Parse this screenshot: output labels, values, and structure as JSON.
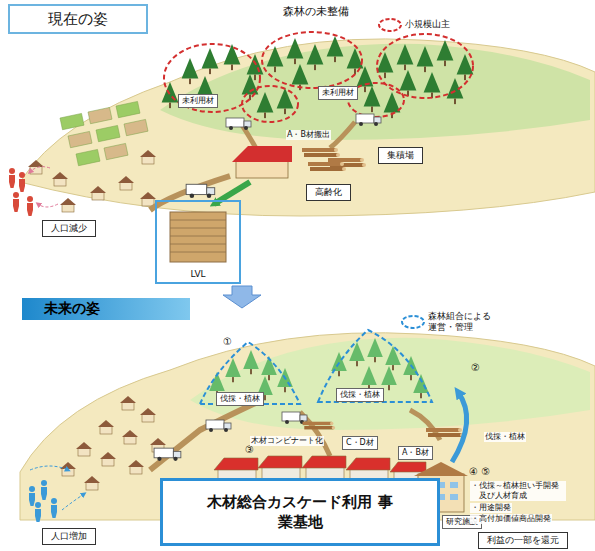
{
  "diagram": {
    "nodes": [
      {
        "text": [
          "現在の姿"
        ]
      },
      {
        "text": [
          "未利用材"
        ]
      },
      {
        "text": [
          "未利用材"
        ]
      },
      {
        "text": [
          "集積場"
        ]
      },
      {
        "text": [
          "高齢化"
        ]
      },
      {
        "text": [
          "人口減少"
        ]
      },
      {
        "text": [
          "LVL"
        ]
      },
      {
        "text": [
          "未来の姿"
        ]
      },
      {
        "text": [
          "伐採・植林"
        ]
      },
      {
        "text": [
          "伐採・植林"
        ]
      },
      {
        "text": [
          "木材総合カスケード利用 事業基地"
        ]
      },
      {
        "text": [
          "研究施設"
        ]
      },
      {
        "text": [
          "利益の一部を還元"
        ]
      },
      {
        "text": [
          "人口増加"
        ]
      }
    ],
    "labels": [
      "森林の未整備",
      "A・B材搬出",
      "①",
      "②",
      "③",
      "④ ⑤",
      "伐採・植林",
      "木材コンビナート化",
      "C・D材",
      "A・B材",
      "・伐採～植林担い手開発 及び人材育成",
      "・用途開発",
      "・高付加価値商品開発"
    ],
    "legend": [
      {
        "text": "小規模山主"
      },
      {
        "text": "森林組合による 運営・管理"
      }
    ]
  }
}
